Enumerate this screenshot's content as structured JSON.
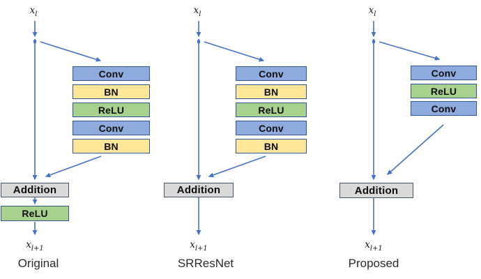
{
  "diagram": {
    "columns": [
      {
        "label": "Original",
        "input": {
          "base": "x",
          "sub": "l"
        },
        "output": {
          "base": "x",
          "sub": "l+1"
        },
        "stack": [
          "Conv",
          "BN",
          "ReLU",
          "Conv",
          "BN"
        ],
        "addition_label": "Addition",
        "post_activation_label": "ReLU"
      },
      {
        "label": "SRResNet",
        "input": {
          "base": "x",
          "sub": "l"
        },
        "output": {
          "base": "x",
          "sub": "l+1"
        },
        "stack": [
          "Conv",
          "BN",
          "ReLU",
          "Conv",
          "BN"
        ],
        "addition_label": "Addition"
      },
      {
        "label": "Proposed",
        "input": {
          "base": "x",
          "sub": "l"
        },
        "output": {
          "base": "x",
          "sub": "l+1"
        },
        "stack": [
          "Conv",
          "ReLU",
          "Conv"
        ],
        "addition_label": "Addition"
      }
    ],
    "colors": {
      "conv_fill": "#8FAADC",
      "bn_fill": "#FFE699",
      "relu_fill": "#A9D18E",
      "addition_fill": "#D9D9D9",
      "box_border": "#2F5597",
      "arrow": "#4472C4"
    }
  }
}
